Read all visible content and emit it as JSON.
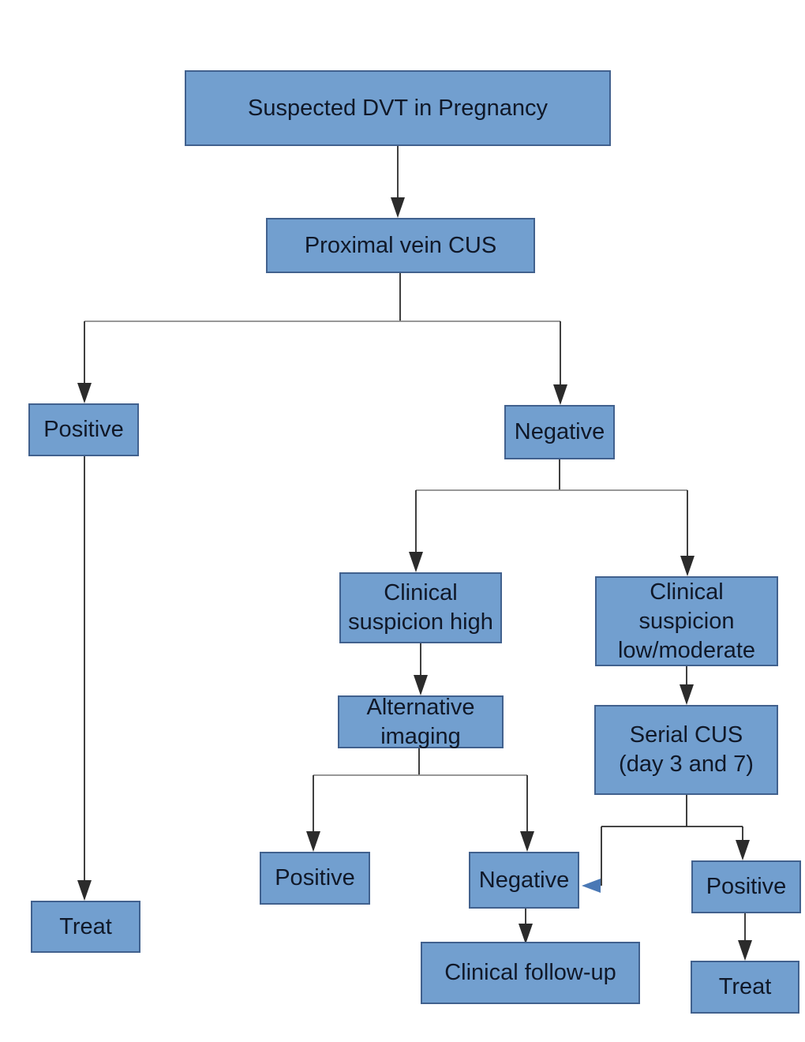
{
  "diagram": {
    "type": "flowchart",
    "title": "Suspected DVT in Pregnancy",
    "colors": {
      "node_fill": "#729FCF",
      "node_border": "#41618E",
      "node_text": "#101828",
      "edge_line": "#2B2B2B",
      "branch_line": "#8A8A8A",
      "loop_arrow": "#4A78B5"
    },
    "nodes": [
      {
        "id": "suspected-dvt",
        "label": "Suspected DVT in Pregnancy"
      },
      {
        "id": "proximal-cus",
        "label": "Proximal vein CUS"
      },
      {
        "id": "cus-positive",
        "label": "Positive"
      },
      {
        "id": "cus-negative",
        "label": "Negative"
      },
      {
        "id": "suspicion-high",
        "label": "Clinical\nsuspicion high"
      },
      {
        "id": "suspicion-low",
        "label": "Clinical\nsuspicion\nlow/moderate"
      },
      {
        "id": "alt-imaging",
        "label": "Alternative\nimaging"
      },
      {
        "id": "serial-cus",
        "label": "Serial CUS\n(day 3 and 7)"
      },
      {
        "id": "imaging-positive",
        "label": "Positive"
      },
      {
        "id": "imaging-negative",
        "label": "Negative"
      },
      {
        "id": "serial-positive",
        "label": "Positive"
      },
      {
        "id": "treat-left",
        "label": "Treat"
      },
      {
        "id": "clinical-followup",
        "label": "Clinical follow-up"
      },
      {
        "id": "treat-right",
        "label": "Treat"
      }
    ],
    "edges": [
      {
        "from": "suspected-dvt",
        "to": "proximal-cus"
      },
      {
        "from": "proximal-cus",
        "to": "cus-positive"
      },
      {
        "from": "proximal-cus",
        "to": "cus-negative"
      },
      {
        "from": "cus-positive",
        "to": "treat-left"
      },
      {
        "from": "cus-negative",
        "to": "suspicion-high"
      },
      {
        "from": "cus-negative",
        "to": "suspicion-low"
      },
      {
        "from": "suspicion-high",
        "to": "alt-imaging"
      },
      {
        "from": "suspicion-low",
        "to": "serial-cus"
      },
      {
        "from": "alt-imaging",
        "to": "imaging-positive"
      },
      {
        "from": "alt-imaging",
        "to": "imaging-negative"
      },
      {
        "from": "serial-cus",
        "to": "imaging-negative"
      },
      {
        "from": "serial-cus",
        "to": "serial-positive"
      },
      {
        "from": "imaging-negative",
        "to": "clinical-followup"
      },
      {
        "from": "serial-positive",
        "to": "treat-right"
      }
    ]
  }
}
